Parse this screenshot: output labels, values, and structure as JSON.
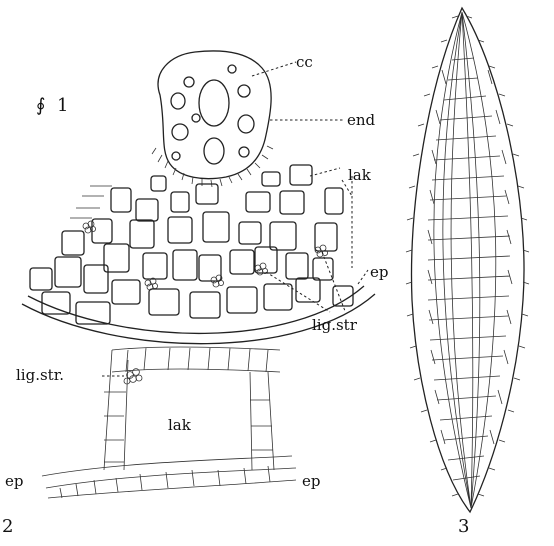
{
  "figure1": {
    "number": "1",
    "scale_glyph": "∮",
    "labels": {
      "cc": "cc",
      "end": "end",
      "lak": "lak",
      "ep": "ep",
      "lig_str": "lig.str"
    }
  },
  "figure2": {
    "number": "2",
    "labels": {
      "lig_str": "lig.str.",
      "lak": "lak",
      "ep_left": "ep",
      "ep_right": "ep"
    }
  },
  "figure3": {
    "number": "3"
  }
}
